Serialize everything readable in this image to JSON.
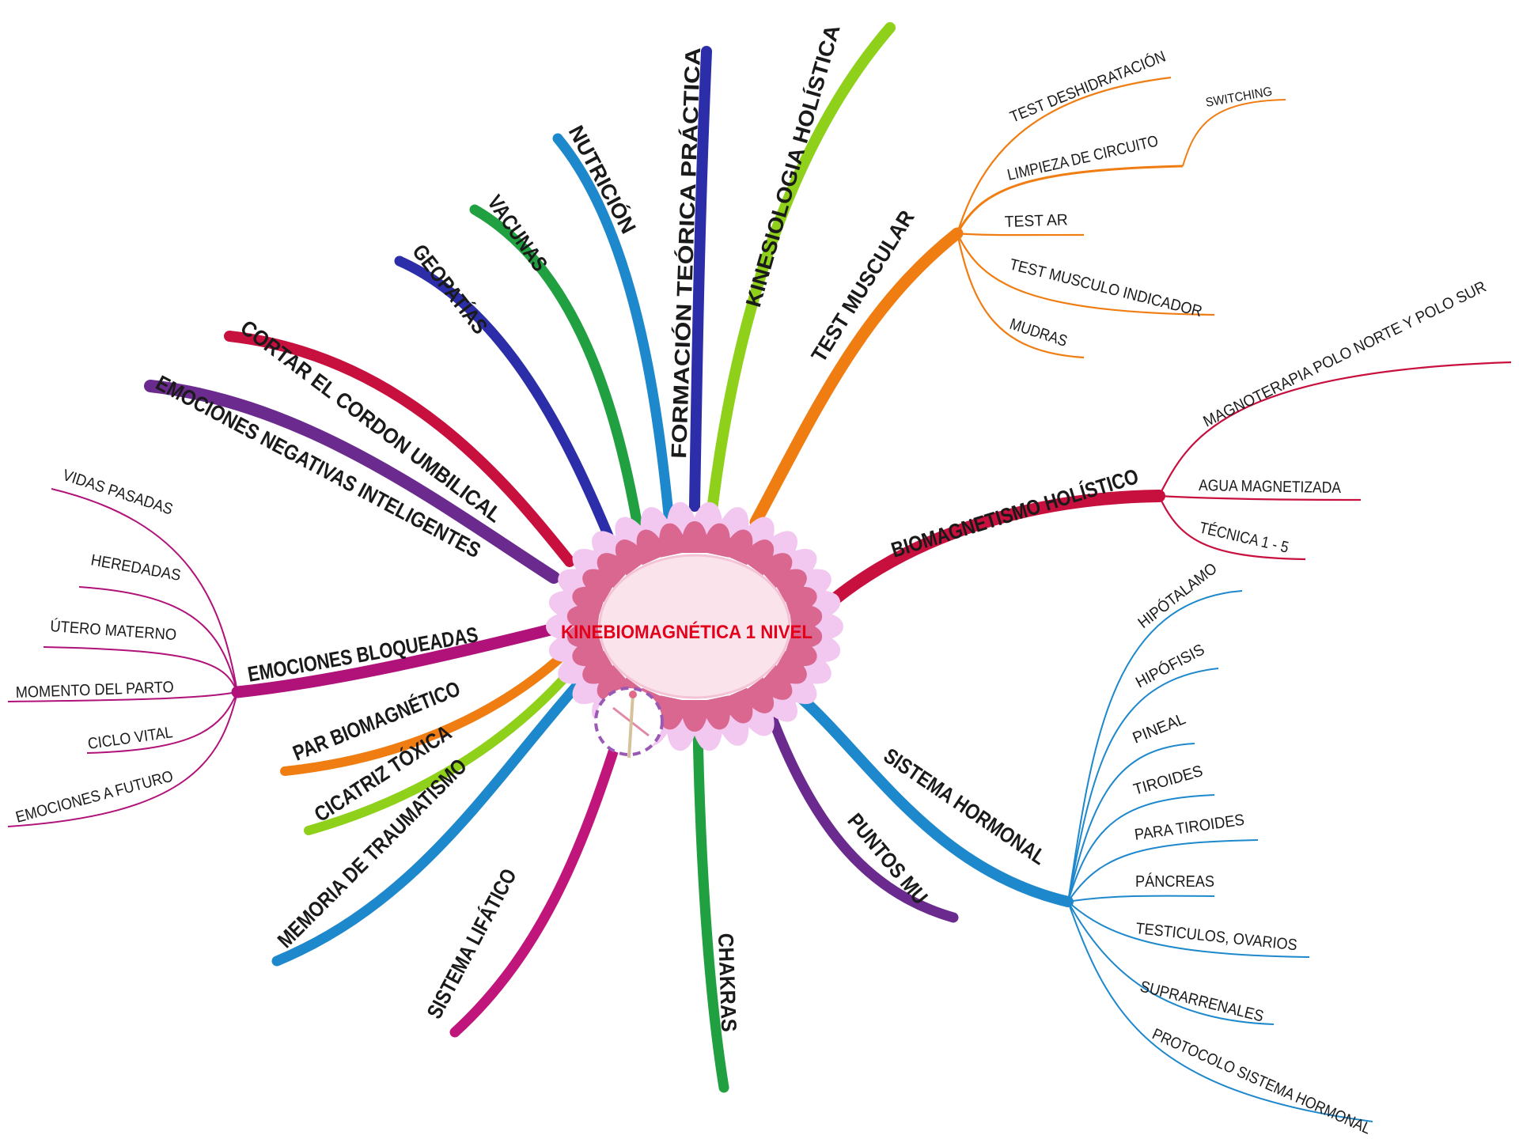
{
  "center": {
    "title": "KINEBIOMAGNÉTICA 1 NIVEL",
    "color": "#e3001b"
  },
  "branches": {
    "formacion": {
      "label": "FORMACIÓN TEÓRICA PRÁCTICA",
      "color": "#2b2ea8"
    },
    "kinesiologia": {
      "label": "KINESIOLOGIA HOLÍSTICA",
      "color": "#8fd11a"
    },
    "test_muscular": {
      "label": "TEST MUSCULAR",
      "color": "#f07d12",
      "children": [
        "TEST DESHIDRATACIÓN",
        "LIMPIEZA DE CIRCUITO",
        "TEST AR",
        "TEST MUSCULO INDICADOR",
        "MUDRAS"
      ],
      "grandchildren": [
        "SWITCHING"
      ]
    },
    "biomagnetismo": {
      "label": "BIOMAGNETISMO HOLÍSTICO",
      "color": "#c8103e",
      "children": [
        "MAGNOTERAPIA POLO NORTE Y POLO SUR",
        "AGUA MAGNETIZADA",
        "TÉCNICA 1 - 5"
      ]
    },
    "sistema_hormonal": {
      "label": "SISTEMA HORMONAL",
      "color": "#1e88cc",
      "children": [
        "HIPÓTALAMO",
        "HIPÓFISIS",
        "PINEAL",
        "TIROIDES",
        "PARA TIROIDES",
        "PÁNCREAS",
        "TESTICULOS, OVARIOS",
        "SUPRARRENALES",
        "PROTOCOLO SISTEMA HORMONAL"
      ]
    },
    "puntos_mu": {
      "label": "PUNTOS MU",
      "color": "#6a2a8e"
    },
    "chakras": {
      "label": "CHAKRAS",
      "color": "#20a040"
    },
    "sistema_lifatico": {
      "label": "SISTEMA LIFÁTICO",
      "color": "#c0157a"
    },
    "memoria": {
      "label": "MEMORIA DE TRAUMATISMO",
      "color": "#1e88cc"
    },
    "cicatriz": {
      "label": "CICATRIZ TÓXICA",
      "color": "#8fd11a"
    },
    "par": {
      "label": "PAR BIOMAGNÉTICO",
      "color": "#f07d12"
    },
    "emociones_bloqueadas": {
      "label": "EMOCIONES BLOQUEADAS",
      "color": "#b0127a",
      "children": [
        "VIDAS PASADAS",
        "HEREDADAS",
        "ÚTERO MATERNO",
        "MOMENTO DEL PARTO",
        "CICLO VITAL",
        "EMOCIONES A FUTURO"
      ]
    },
    "emociones_negativas": {
      "label": "EMOCIONES NEGATIVAS INTELIGENTES",
      "color": "#6a2a8e"
    },
    "cortar": {
      "label": "CORTAR EL CORDON UMBILICAL",
      "color": "#c8103e"
    },
    "geopatias": {
      "label": "GEOPATÍAS",
      "color": "#2b2ea8"
    },
    "vacunas": {
      "label": "VACUNAS",
      "color": "#20a040"
    },
    "nutricion": {
      "label": "NUTRICIÓN",
      "color": "#1e88cc"
    }
  }
}
